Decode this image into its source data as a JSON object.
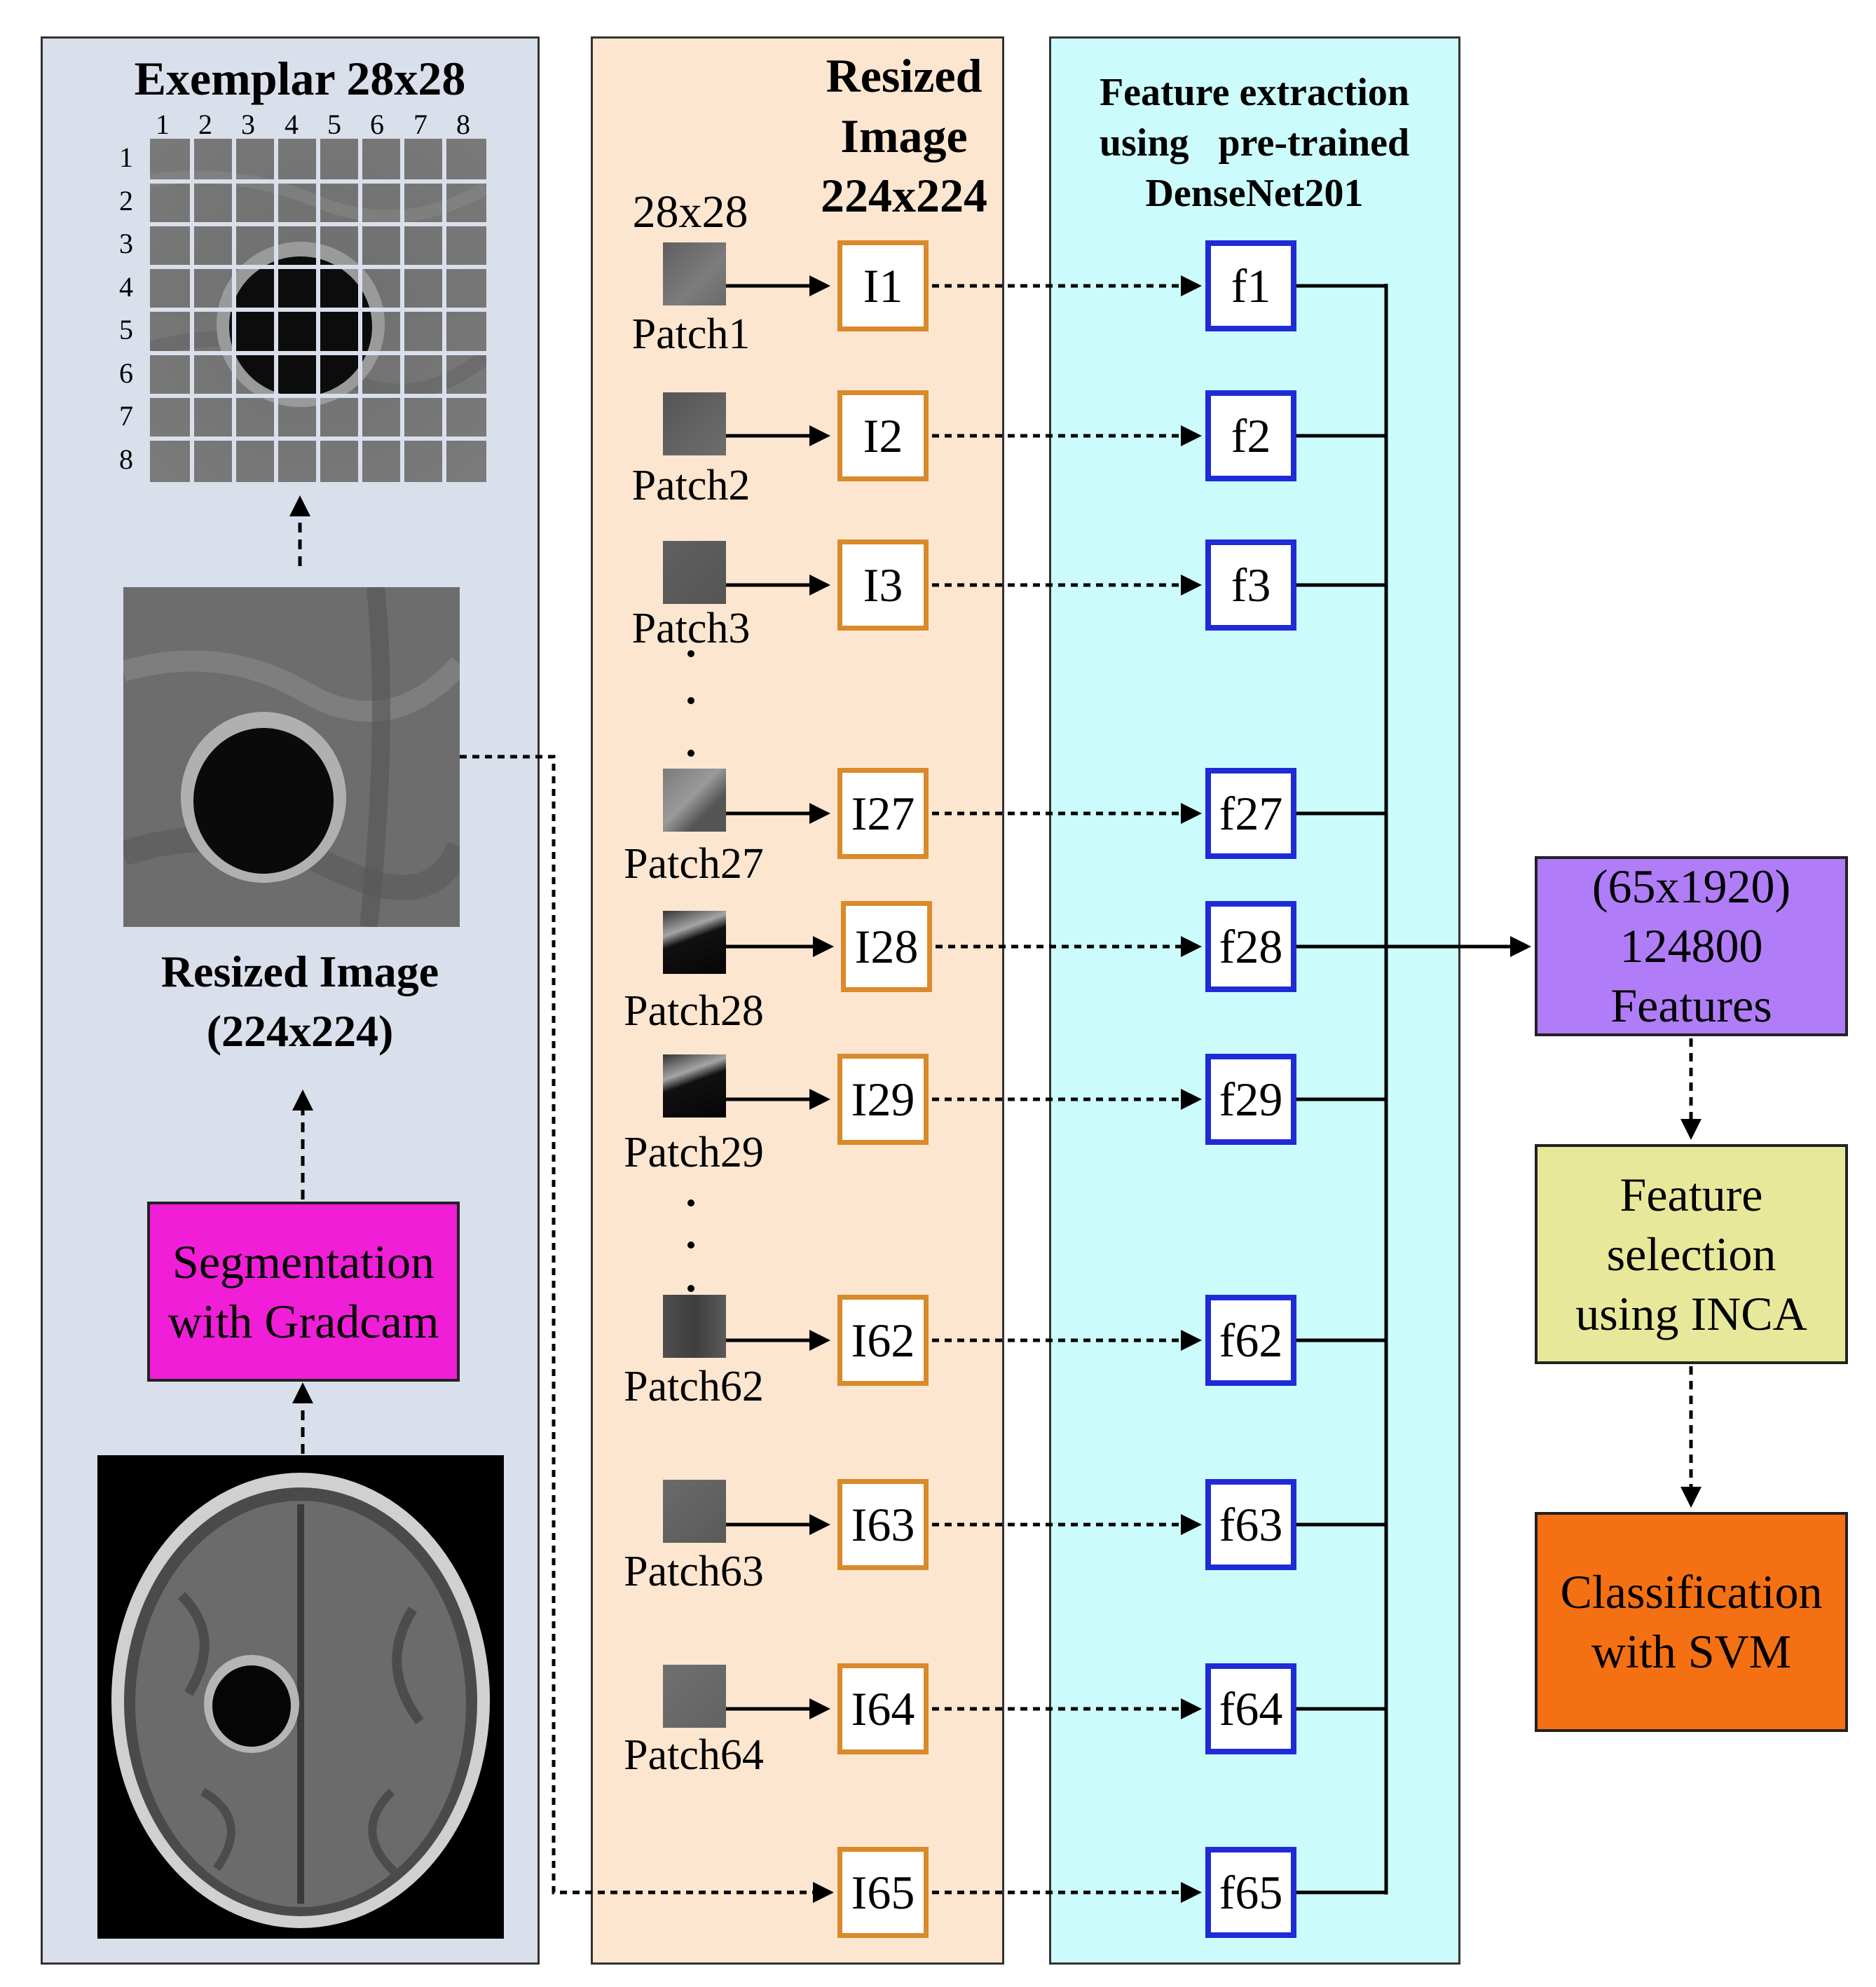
{
  "left_panel": {
    "exemplar_title": "Exemplar 28x28",
    "col_numbers": [
      "1",
      "2",
      "3",
      "4",
      "5",
      "6",
      "7",
      "8"
    ],
    "row_numbers": [
      "1",
      "2",
      "3",
      "4",
      "5",
      "6",
      "7",
      "8"
    ],
    "resized_title_line1": "Resized Image",
    "resized_title_line2": "(224x224)",
    "segmentation_line1": "Segmentation",
    "segmentation_line2": "with Gradcam"
  },
  "middle_panel": {
    "title_line1": "Resized",
    "title_line2": "Image",
    "title_line3": "224x224",
    "patch_size_label": "28x28",
    "patches": [
      {
        "label": "Patch1",
        "image_label": "I1"
      },
      {
        "label": "Patch2",
        "image_label": "I2"
      },
      {
        "label": "Patch3",
        "image_label": "I3"
      },
      {
        "label": "Patch27",
        "image_label": "I27"
      },
      {
        "label": "Patch28",
        "image_label": "I28"
      },
      {
        "label": "Patch29",
        "image_label": "I29"
      },
      {
        "label": "Patch62",
        "image_label": "I62"
      },
      {
        "label": "Patch63",
        "image_label": "I63"
      },
      {
        "label": "Patch64",
        "image_label": "I64"
      }
    ],
    "extra_image_label": "I65"
  },
  "right_panel": {
    "title_line1": "Feature extraction",
    "title_line2": "using   pre-trained",
    "title_line3": "DenseNet201",
    "features": [
      "f1",
      "f2",
      "f3",
      "f27",
      "f28",
      "f29",
      "f62",
      "f63",
      "f64",
      "f65"
    ]
  },
  "pipeline": {
    "features_box": {
      "line1": "(65x1920)",
      "line2": "124800",
      "line3": "Features",
      "color": "#b07cf7"
    },
    "selection_box": {
      "line1": "Feature",
      "line2": "selection",
      "line3": "using INCA",
      "color": "#e8e89a"
    },
    "classification_box": {
      "line1": "Classification",
      "line2": "with SVM",
      "color": "#f57012"
    }
  },
  "colors": {
    "left_panel_bg": "#d9dfeb",
    "middle_panel_bg": "#fde6d0",
    "right_panel_bg": "#ccfbfb",
    "segmentation_bg": "#f01ed6",
    "image_box_border": "#d98a2a",
    "feature_box_border": "#1f2bd6"
  }
}
